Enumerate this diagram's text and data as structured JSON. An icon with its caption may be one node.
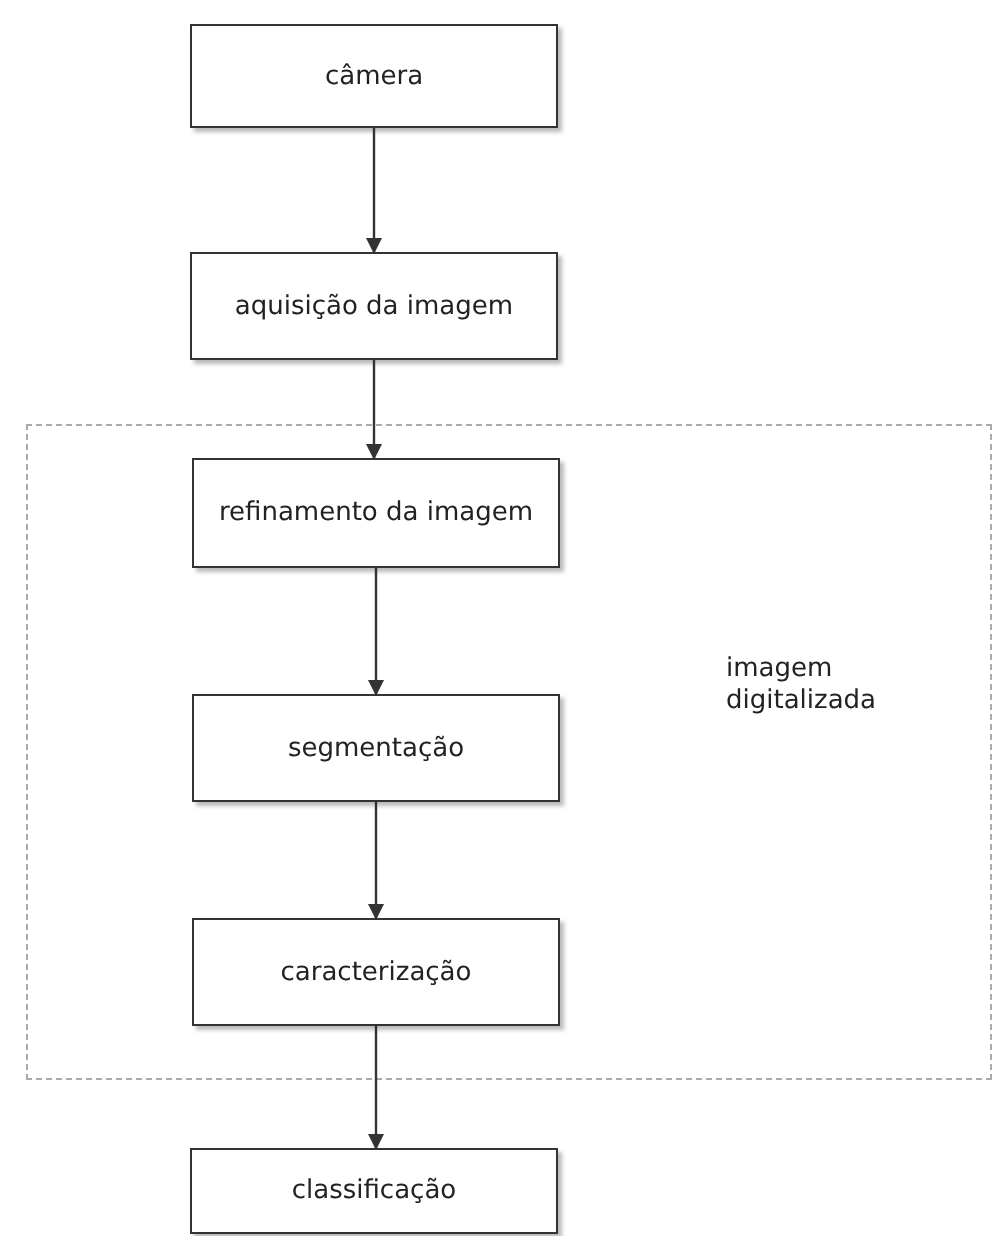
{
  "diagram": {
    "nodes": [
      {
        "text": [
          "câmera"
        ]
      },
      {
        "text": [
          "aquisição da imagem"
        ]
      },
      {
        "text": [
          "imagem digitalizada"
        ]
      },
      {
        "text": [
          "refinamento da imagem"
        ],
        "in": 2
      },
      {
        "text": [
          "segmentação"
        ],
        "in": 2
      },
      {
        "text": [
          "caracterização"
        ],
        "in": 2
      },
      {
        "text": [
          "classificação"
        ]
      }
    ],
    "edges": [
      {
        "from": 0,
        "to": 1,
        "arrow": "to"
      },
      {
        "from": 1,
        "to": 3,
        "arrow": "to"
      },
      {
        "from": 3,
        "to": 4,
        "arrow": "to"
      },
      {
        "from": 4,
        "to": 5,
        "arrow": "to"
      },
      {
        "from": 5,
        "to": 6,
        "arrow": "to"
      }
    ]
  }
}
